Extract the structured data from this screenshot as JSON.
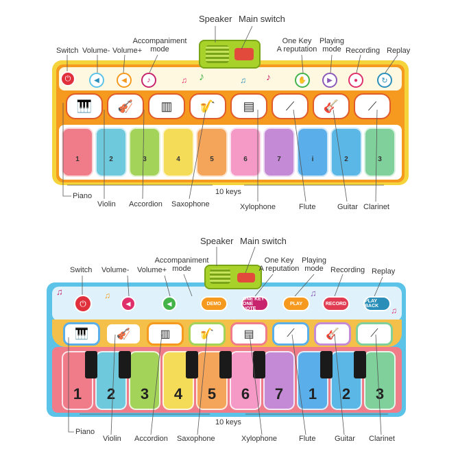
{
  "callouts": {
    "speaker": "Speaker",
    "main_switch": "Main switch",
    "switch": "Switch",
    "volume_minus": "Volume-",
    "volume_plus": "Volume+",
    "accompaniment_mode": "Accompaniment\nmode",
    "one_key": "One Key\nA reputation",
    "playing_mode": "Playing\nmode",
    "recording": "Recording",
    "replay": "Replay",
    "ten_keys": "10 keys",
    "piano": "Piano",
    "violin": "Violin",
    "accordion": "Accordion",
    "saxophone": "Saxophone",
    "xylophone": "Xylophone",
    "flute": "Flute",
    "guitar": "Guitar",
    "clarinet": "Clarinet"
  },
  "top_mat": {
    "key_numbers": [
      "1",
      "2",
      "3",
      "4",
      "5",
      "6",
      "7",
      "i",
      "2",
      "3"
    ],
    "key_colors": [
      "#f07c8a",
      "#6ec9dc",
      "#a4d35a",
      "#f5dc58",
      "#f5a55a",
      "#f59ac6",
      "#c48ad6",
      "#5aaeea",
      "#5ab7e6",
      "#7fd09a"
    ],
    "instrument_icons": [
      "piano-icon",
      "violin-icon",
      "accordion-icon",
      "saxophone-icon",
      "xylophone-icon",
      "flute-icon",
      "guitar-icon",
      "clarinet-icon"
    ],
    "frame_color": "#f59a1e",
    "border_color": "#f5d33a"
  },
  "bottom_mat": {
    "key_numbers": [
      "1",
      "2",
      "3",
      "4",
      "5",
      "6",
      "7",
      "1",
      "2",
      "3"
    ],
    "key_colors": [
      "#f07c8a",
      "#6ec9dc",
      "#a4d35a",
      "#f5dc58",
      "#f5a55a",
      "#f59ac6",
      "#c48ad6",
      "#5aaeea",
      "#5ab7e6",
      "#7fd09a"
    ],
    "pill_labels": [
      "DEMO",
      "ONE KEY ONE NOTE",
      "PLAY",
      "RECORD",
      "PLAY BACK"
    ],
    "pill_colors": [
      "#f59a1e",
      "#c8246e",
      "#f59a1e",
      "#e03b50",
      "#2a8fb8"
    ],
    "button_colors": [
      "#e0303c",
      "#e0306c",
      "#43b34a"
    ],
    "frame_color": "#5cc3e8"
  }
}
